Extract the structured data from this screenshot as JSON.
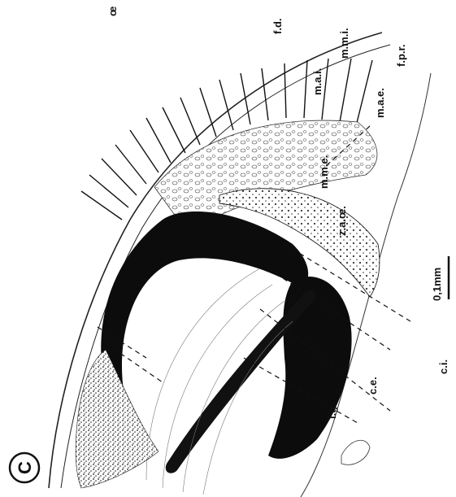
{
  "figure": {
    "panel_letter": "C",
    "scale_bar": "0,1mm",
    "labels": {
      "oe": "œ",
      "fpr": "f.p.r.",
      "mae": "m.a.e.",
      "mme": "m.m.e.",
      "zaoe": "z.a.œ.",
      "fd": "f.d.",
      "mai": "m.a.i.",
      "mmi": "m.m.i.",
      "lg": "l.g.",
      "ce": "c.e.",
      "ci": "c.i."
    }
  }
}
